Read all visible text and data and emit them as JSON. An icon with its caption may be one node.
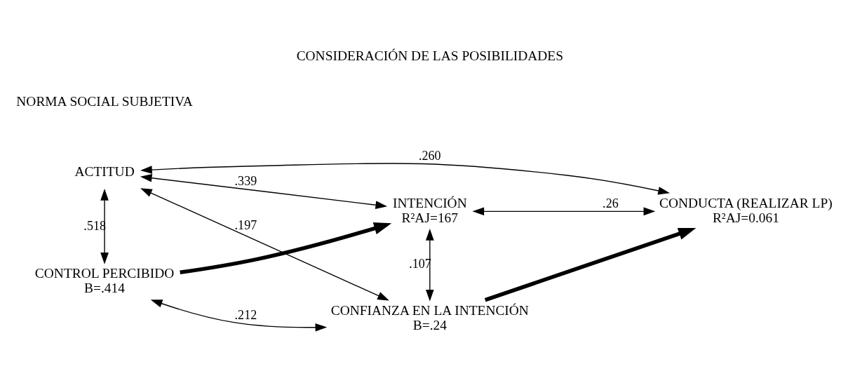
{
  "diagram": {
    "nodes": [
      {
        "text": [
          "ACTITUD"
        ]
      },
      {
        "text": [
          "CONTROL PERCIBIDO",
          "B=.414"
        ]
      },
      {
        "text": [
          "INTENCIÓN",
          "R²AJ=167"
        ]
      },
      {
        "text": [
          "CONDUCTA (REALIZAR LP)",
          "R²AJ=0.061"
        ]
      },
      {
        "text": [
          "CONFIANZA EN LA INTENCIÓN",
          "B=.24"
        ]
      }
    ],
    "edges": [
      {
        "from": 0,
        "to": 3,
        "arrow": "both",
        "label": ".260"
      },
      {
        "from": 0,
        "to": 1,
        "arrow": "both",
        "label": ".518"
      },
      {
        "from": 0,
        "to": 2,
        "arrow": "both",
        "label": ".339"
      },
      {
        "from": 1,
        "to": 2,
        "arrow": "to",
        "style": "thick"
      },
      {
        "from": 2,
        "to": 3,
        "arrow": "both",
        "label": ".26"
      },
      {
        "from": 1,
        "to": 4,
        "arrow": "both",
        "label": ".212"
      },
      {
        "from": 0,
        "to": 4,
        "arrow": "both",
        "label": ".197"
      },
      {
        "from": 2,
        "to": 4,
        "arrow": "both",
        "label": ".107"
      },
      {
        "from": 4,
        "to": 3,
        "arrow": "to",
        "style": "thick"
      }
    ],
    "labels": [
      "CONSIDERACIÓN DE LAS POSIBILIDADES",
      "NORMA SOCIAL SUBJETIVA"
    ]
  }
}
